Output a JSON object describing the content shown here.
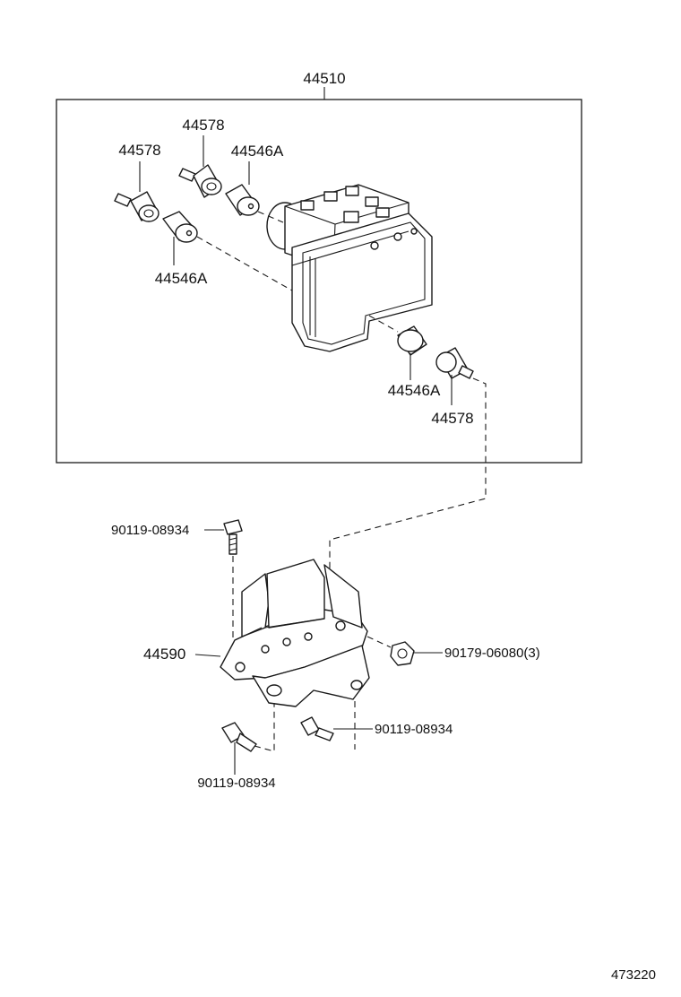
{
  "callouts": {
    "assembly": "44510",
    "damper_top_left": "44578",
    "damper_top_mid": "44578",
    "cushion_top": "44546A",
    "cushion_left": "44546A",
    "cushion_right": "44546A",
    "damper_right": "44578",
    "bolt_top": "90119-08934",
    "bracket": "44590",
    "nut": "90179-06080(3)",
    "bolt_lower_right": "90119-08934",
    "bolt_lower_left": "90119-08934"
  },
  "footer": {
    "diagram_number": "473220"
  }
}
